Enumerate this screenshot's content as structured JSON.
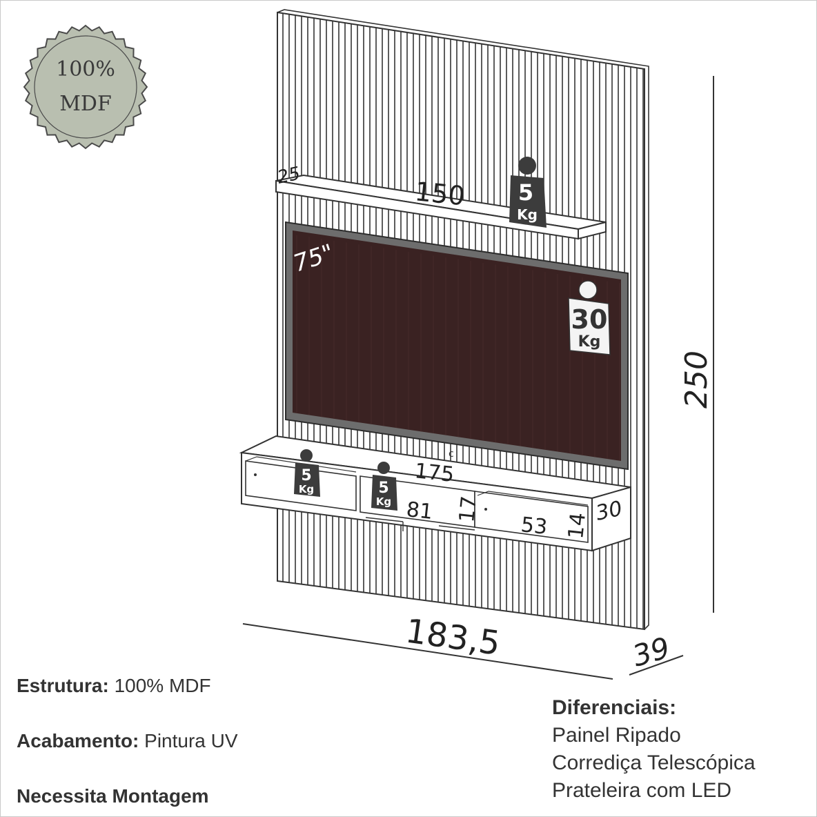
{
  "seal": {
    "line1": "100%",
    "line2": "MDF"
  },
  "dimensions": {
    "shelf_depth": "25",
    "shelf_width": "150",
    "tv_size": "75\"",
    "total_height": "250",
    "rack_width": "175",
    "total_width": "183,5",
    "total_depth": "39",
    "rack_depth": "30",
    "niche_width": "81",
    "niche_height": "17",
    "drawer_width": "53",
    "drawer_height": "14"
  },
  "weights": {
    "shelf": {
      "value": "5",
      "unit": "Kg"
    },
    "tv": {
      "value": "30",
      "unit": "Kg"
    },
    "rack_left": {
      "value": "5",
      "unit": "Kg"
    },
    "rack_middle": {
      "value": "5",
      "unit": "Kg"
    }
  },
  "specs": {
    "estrutura_label": "Estrutura:",
    "estrutura_value": "100% MDF",
    "acabamento_label": "Acabamento:",
    "acabamento_value": "Pintura UV",
    "montagem": "Necessita Montagem"
  },
  "diferenciais": {
    "title": "Diferenciais:",
    "items": [
      "Painel Ripado",
      "Corrediça Telescópica",
      "Prateleira com LED"
    ]
  },
  "colors": {
    "seal_fill": "#b9bfb0",
    "tv_screen": "#3a2222",
    "weight_tag": "#3c3c3c",
    "line": "#333333"
  }
}
